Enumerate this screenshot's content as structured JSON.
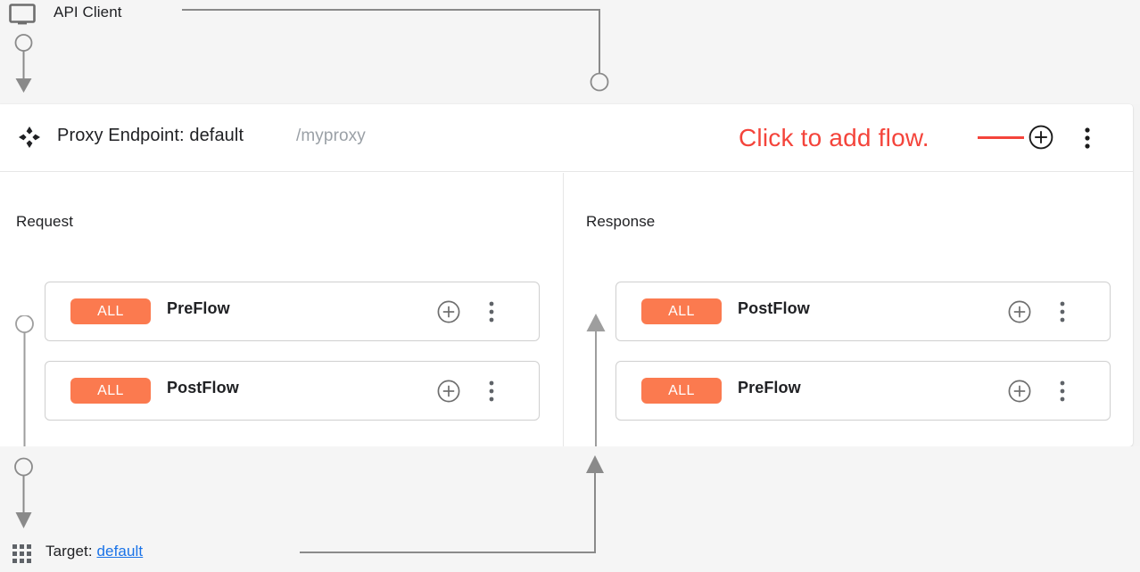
{
  "colors": {
    "accent_orange": "#fb7a4f",
    "annotation_red": "#f4443b",
    "link_blue": "#1a73e8",
    "connector_gray": "#808080",
    "panel_bg": "#ffffff",
    "canvas_bg": "#f5f5f5"
  },
  "client": {
    "label": "API Client",
    "icon": "monitor-icon"
  },
  "proxy": {
    "drag_icon": "move-handle-icon",
    "title": "Proxy Endpoint: default",
    "basepath": "/myproxy",
    "add_icon": "circle-plus-icon",
    "menu_icon": "more-vert-icon"
  },
  "annotation": {
    "text": "Click to add flow.",
    "color": "#f4443b"
  },
  "columns": [
    {
      "id": "request",
      "heading": "Request",
      "direction": "down",
      "flows": [
        {
          "badge": "ALL",
          "name": "PreFlow",
          "add_icon": "circle-plus-icon",
          "menu_icon": "more-vert-icon"
        },
        {
          "badge": "ALL",
          "name": "PostFlow",
          "add_icon": "circle-plus-icon",
          "menu_icon": "more-vert-icon"
        }
      ]
    },
    {
      "id": "response",
      "heading": "Response",
      "direction": "up",
      "flows": [
        {
          "badge": "ALL",
          "name": "PostFlow",
          "add_icon": "circle-plus-icon",
          "menu_icon": "more-vert-icon"
        },
        {
          "badge": "ALL",
          "name": "PreFlow",
          "add_icon": "circle-plus-icon",
          "menu_icon": "more-vert-icon"
        }
      ]
    }
  ],
  "target": {
    "icon": "grid-apps-icon",
    "prefix": "Target: ",
    "link": "default"
  }
}
